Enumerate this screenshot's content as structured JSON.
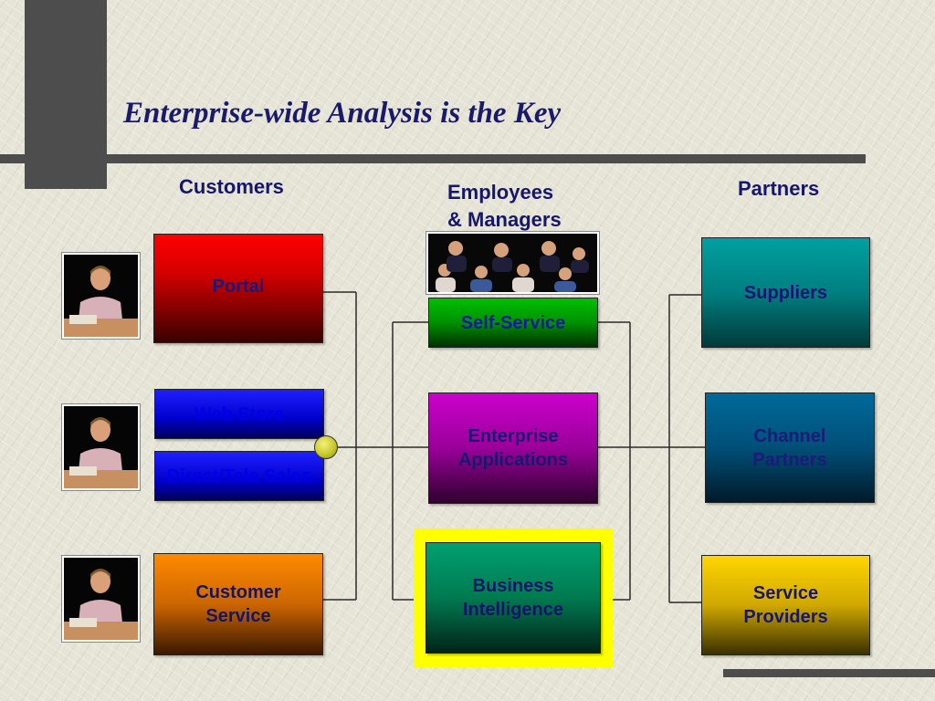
{
  "title": "Enterprise-wide Analysis is the Key",
  "columns": {
    "customers": "Customers",
    "employees_line1": "Employees",
    "employees_line2": "& Managers",
    "partners": "Partners"
  },
  "customer_boxes": {
    "portal": "Portal",
    "web_store": "Web Store",
    "direct_tele_sales": "Direct/Tele Sales",
    "customer_service_line1": "Customer",
    "customer_service_line2": "Service"
  },
  "employee_boxes": {
    "self_service": "Self-Service",
    "enterprise_apps_line1": "Enterprise",
    "enterprise_apps_line2": "Applications",
    "bi_line1": "Business",
    "bi_line2": "Intelligence"
  },
  "partner_boxes": {
    "suppliers": "Suppliers",
    "channel_line1": "Channel",
    "channel_line2": "Partners",
    "service_providers_line1": "Service",
    "service_providers_line2": "Providers"
  },
  "colors": {
    "title": "#1a1a6b",
    "highlight": "#ffff00",
    "rule": "#4d4d4d"
  }
}
